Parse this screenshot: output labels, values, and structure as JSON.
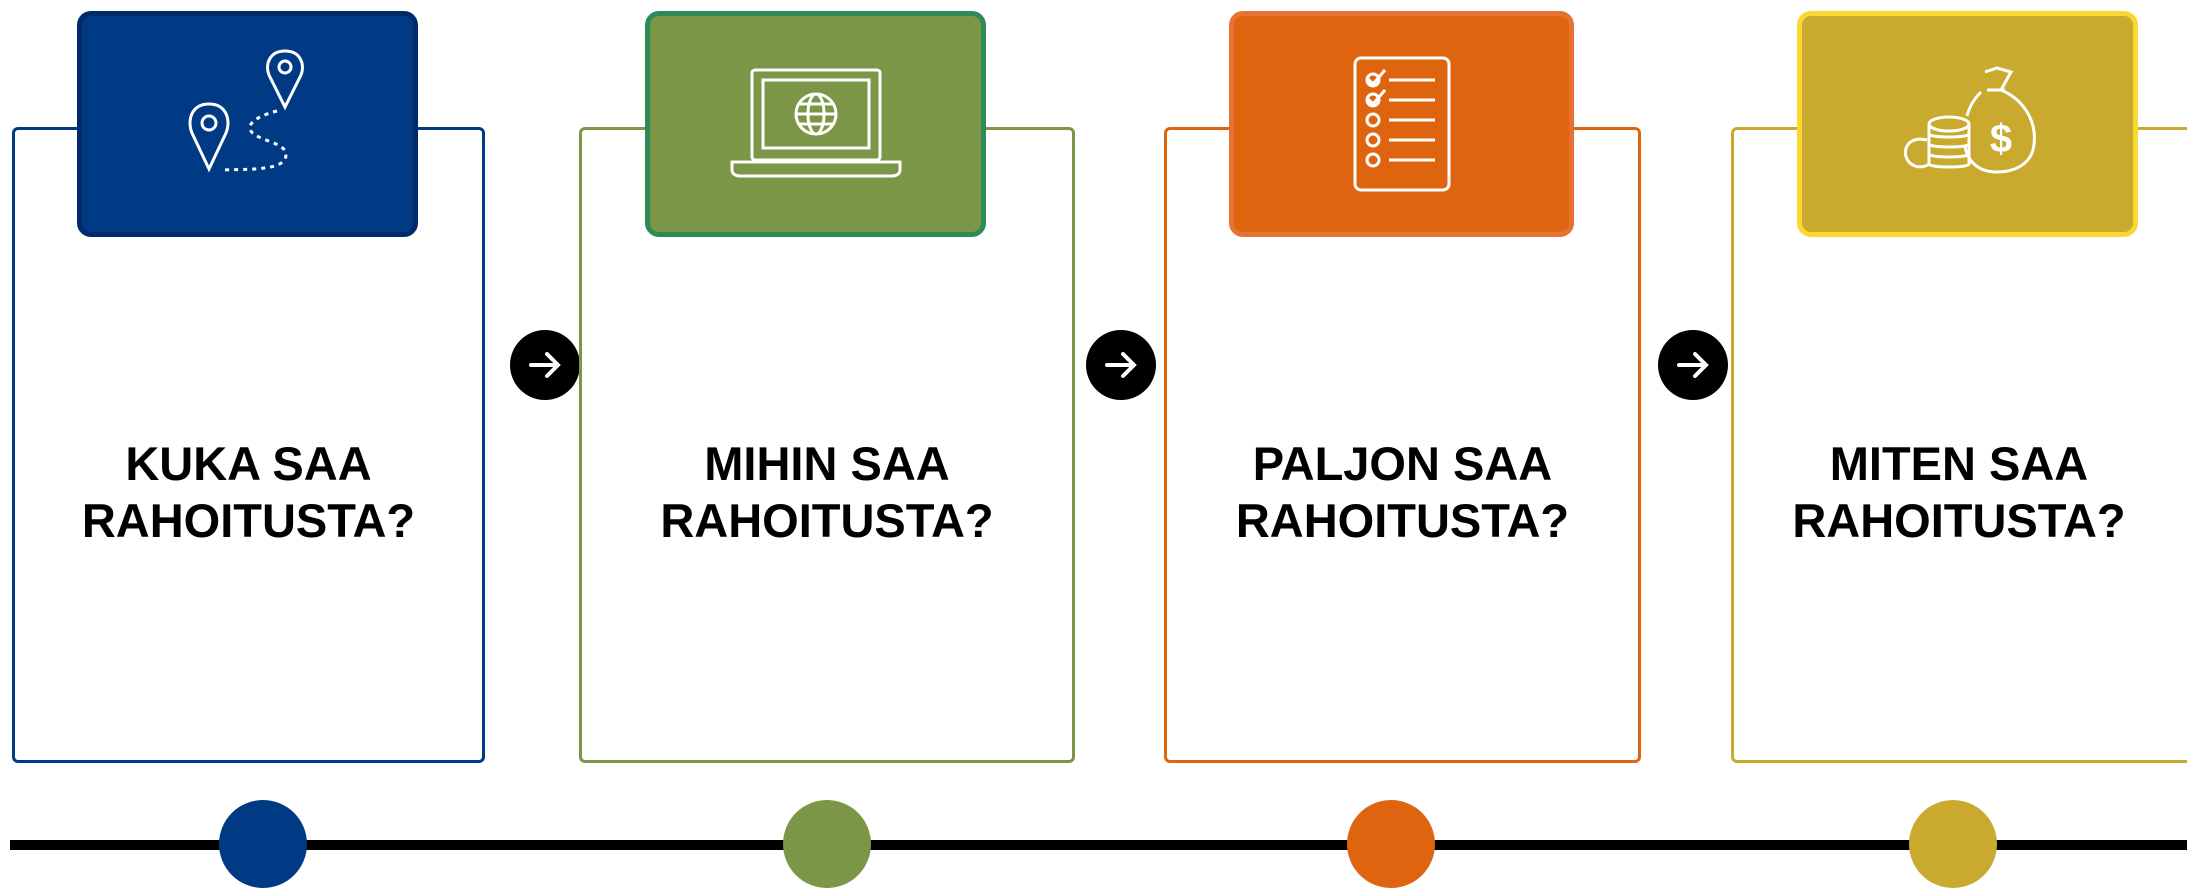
{
  "steps": [
    {
      "line1": "KUKA SAA",
      "line2": "RAHOITUSTA?",
      "icon": "map-route-icon",
      "color": "#003A85",
      "border": "#002A6A"
    },
    {
      "line1": "MIHIN SAA",
      "line2": "RAHOITUSTA?",
      "icon": "laptop-globe-icon",
      "color": "#7A9646",
      "border": "#2E8B57"
    },
    {
      "line1": "PALJON SAA",
      "line2": "RAHOITUSTA?",
      "icon": "checklist-icon",
      "color": "#DF640F",
      "border": "#E57132"
    },
    {
      "line1": "MITEN SAA",
      "line2": "RAHOITUSTA?",
      "icon": "money-coins-icon",
      "color": "#C9AA2F",
      "border": "#F9D832"
    }
  ]
}
